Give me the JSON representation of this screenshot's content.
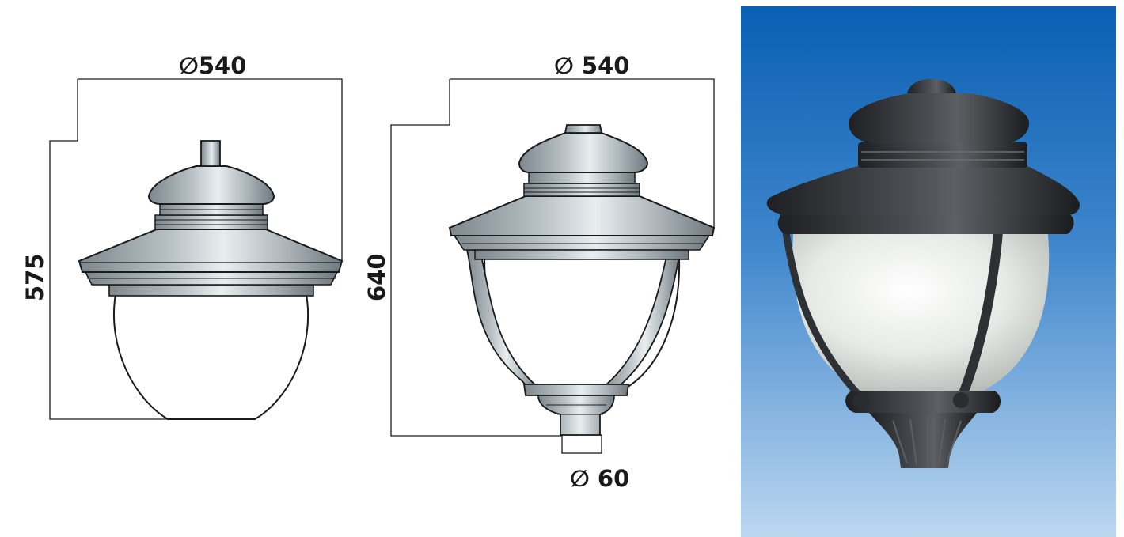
{
  "drawings": {
    "pendant": {
      "width_label": "∅540",
      "height_label": "575"
    },
    "post_top": {
      "width_label": "∅ 540",
      "height_label": "640",
      "socket_label": "∅ 60"
    }
  },
  "photo": {
    "background_top": "#0a63b5",
    "background_bottom": "#b9d5ef"
  },
  "colors": {
    "metal_light": "#e2e8ea",
    "metal_dark": "#7f8a90",
    "outline": "#1a1a1a"
  }
}
